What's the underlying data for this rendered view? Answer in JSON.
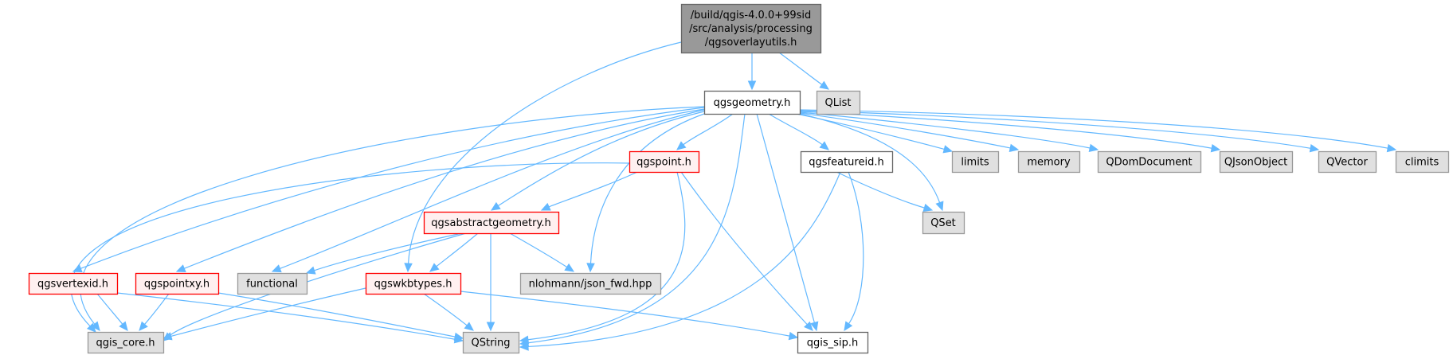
{
  "diagram": {
    "title": "/build/qgis-4.0.0+99sid/src/analysis/processing/qgsoverlayutils.h",
    "colors": {
      "root_fill": "#999999",
      "root_border": "#666666",
      "doc_fill": "#ffffff",
      "doc_border": "#666666",
      "truncated_fill": "#fff0f0",
      "truncated_border": "#ff0000",
      "external_fill": "#e0e0e0",
      "external_border": "#999999",
      "edge": "#63b8ff"
    },
    "nodes": {
      "root": {
        "lines": [
          "/build/qgis-4.0.0+99sid",
          "/src/analysis/processing",
          "/qgsoverlayutils.h"
        ],
        "kind": "root"
      },
      "qgsgeometry": {
        "lines": [
          "qgsgeometry.h"
        ],
        "kind": "doc"
      },
      "qlist": {
        "lines": [
          "QList"
        ],
        "kind": "external"
      },
      "qgspoint": {
        "lines": [
          "qgspoint.h"
        ],
        "kind": "truncated"
      },
      "qgsfeatureid": {
        "lines": [
          "qgsfeatureid.h"
        ],
        "kind": "doc"
      },
      "limits": {
        "lines": [
          "limits"
        ],
        "kind": "external"
      },
      "memory": {
        "lines": [
          "memory"
        ],
        "kind": "external"
      },
      "qdomdocument": {
        "lines": [
          "QDomDocument"
        ],
        "kind": "external"
      },
      "qjsonobject": {
        "lines": [
          "QJsonObject"
        ],
        "kind": "external"
      },
      "qvector": {
        "lines": [
          "QVector"
        ],
        "kind": "external"
      },
      "climits": {
        "lines": [
          "climits"
        ],
        "kind": "external"
      },
      "qgsabstractgeometry": {
        "lines": [
          "qgsabstractgeometry.h"
        ],
        "kind": "truncated"
      },
      "qset": {
        "lines": [
          "QSet"
        ],
        "kind": "external"
      },
      "qgsvertexid": {
        "lines": [
          "qgsvertexid.h"
        ],
        "kind": "truncated"
      },
      "qgspointxy": {
        "lines": [
          "qgspointxy.h"
        ],
        "kind": "truncated"
      },
      "functional": {
        "lines": [
          "functional"
        ],
        "kind": "external"
      },
      "qgswkbtypes": {
        "lines": [
          "qgswkbtypes.h"
        ],
        "kind": "truncated"
      },
      "json_fwd": {
        "lines": [
          "nlohmann/json_fwd.hpp"
        ],
        "kind": "external"
      },
      "qgis_core": {
        "lines": [
          "qgis_core.h"
        ],
        "kind": "external"
      },
      "qstring": {
        "lines": [
          "QString"
        ],
        "kind": "external"
      },
      "qgis_sip": {
        "lines": [
          "qgis_sip.h"
        ],
        "kind": "doc"
      }
    },
    "edges": [
      [
        "root",
        "qgsgeometry"
      ],
      [
        "root",
        "qlist"
      ],
      [
        "root",
        "qgswkbtypes"
      ],
      [
        "qgsgeometry",
        "qgspoint"
      ],
      [
        "qgsgeometry",
        "qgsfeatureid"
      ],
      [
        "qgsgeometry",
        "limits"
      ],
      [
        "qgsgeometry",
        "memory"
      ],
      [
        "qgsgeometry",
        "qdomdocument"
      ],
      [
        "qgsgeometry",
        "qjsonobject"
      ],
      [
        "qgsgeometry",
        "qvector"
      ],
      [
        "qgsgeometry",
        "climits"
      ],
      [
        "qgsgeometry",
        "qset"
      ],
      [
        "qgsgeometry",
        "qgsabstractgeometry"
      ],
      [
        "qgsgeometry",
        "qgsvertexid"
      ],
      [
        "qgsgeometry",
        "qgspointxy"
      ],
      [
        "qgsgeometry",
        "functional"
      ],
      [
        "qgsgeometry",
        "json_fwd"
      ],
      [
        "qgsgeometry",
        "qgis_core"
      ],
      [
        "qgsgeometry",
        "qstring"
      ],
      [
        "qgsgeometry",
        "qgis_sip"
      ],
      [
        "qgspoint",
        "qgsabstractgeometry"
      ],
      [
        "qgspoint",
        "qgis_core"
      ],
      [
        "qgspoint",
        "qstring"
      ],
      [
        "qgspoint",
        "qgis_sip"
      ],
      [
        "qgsfeatureid",
        "qset"
      ],
      [
        "qgsfeatureid",
        "qstring"
      ],
      [
        "qgsfeatureid",
        "qgis_sip"
      ],
      [
        "qgsabstractgeometry",
        "functional"
      ],
      [
        "qgsabstractgeometry",
        "qgswkbtypes"
      ],
      [
        "qgsabstractgeometry",
        "json_fwd"
      ],
      [
        "qgsabstractgeometry",
        "qgis_core"
      ],
      [
        "qgsabstractgeometry",
        "qstring"
      ],
      [
        "qgsvertexid",
        "qgis_core"
      ],
      [
        "qgsvertexid",
        "qstring"
      ],
      [
        "qgspointxy",
        "qgis_core"
      ],
      [
        "qgspointxy",
        "qstring"
      ],
      [
        "qgswkbtypes",
        "qgis_core"
      ],
      [
        "qgswkbtypes",
        "qstring"
      ],
      [
        "qgswkbtypes",
        "qgis_sip"
      ]
    ]
  }
}
